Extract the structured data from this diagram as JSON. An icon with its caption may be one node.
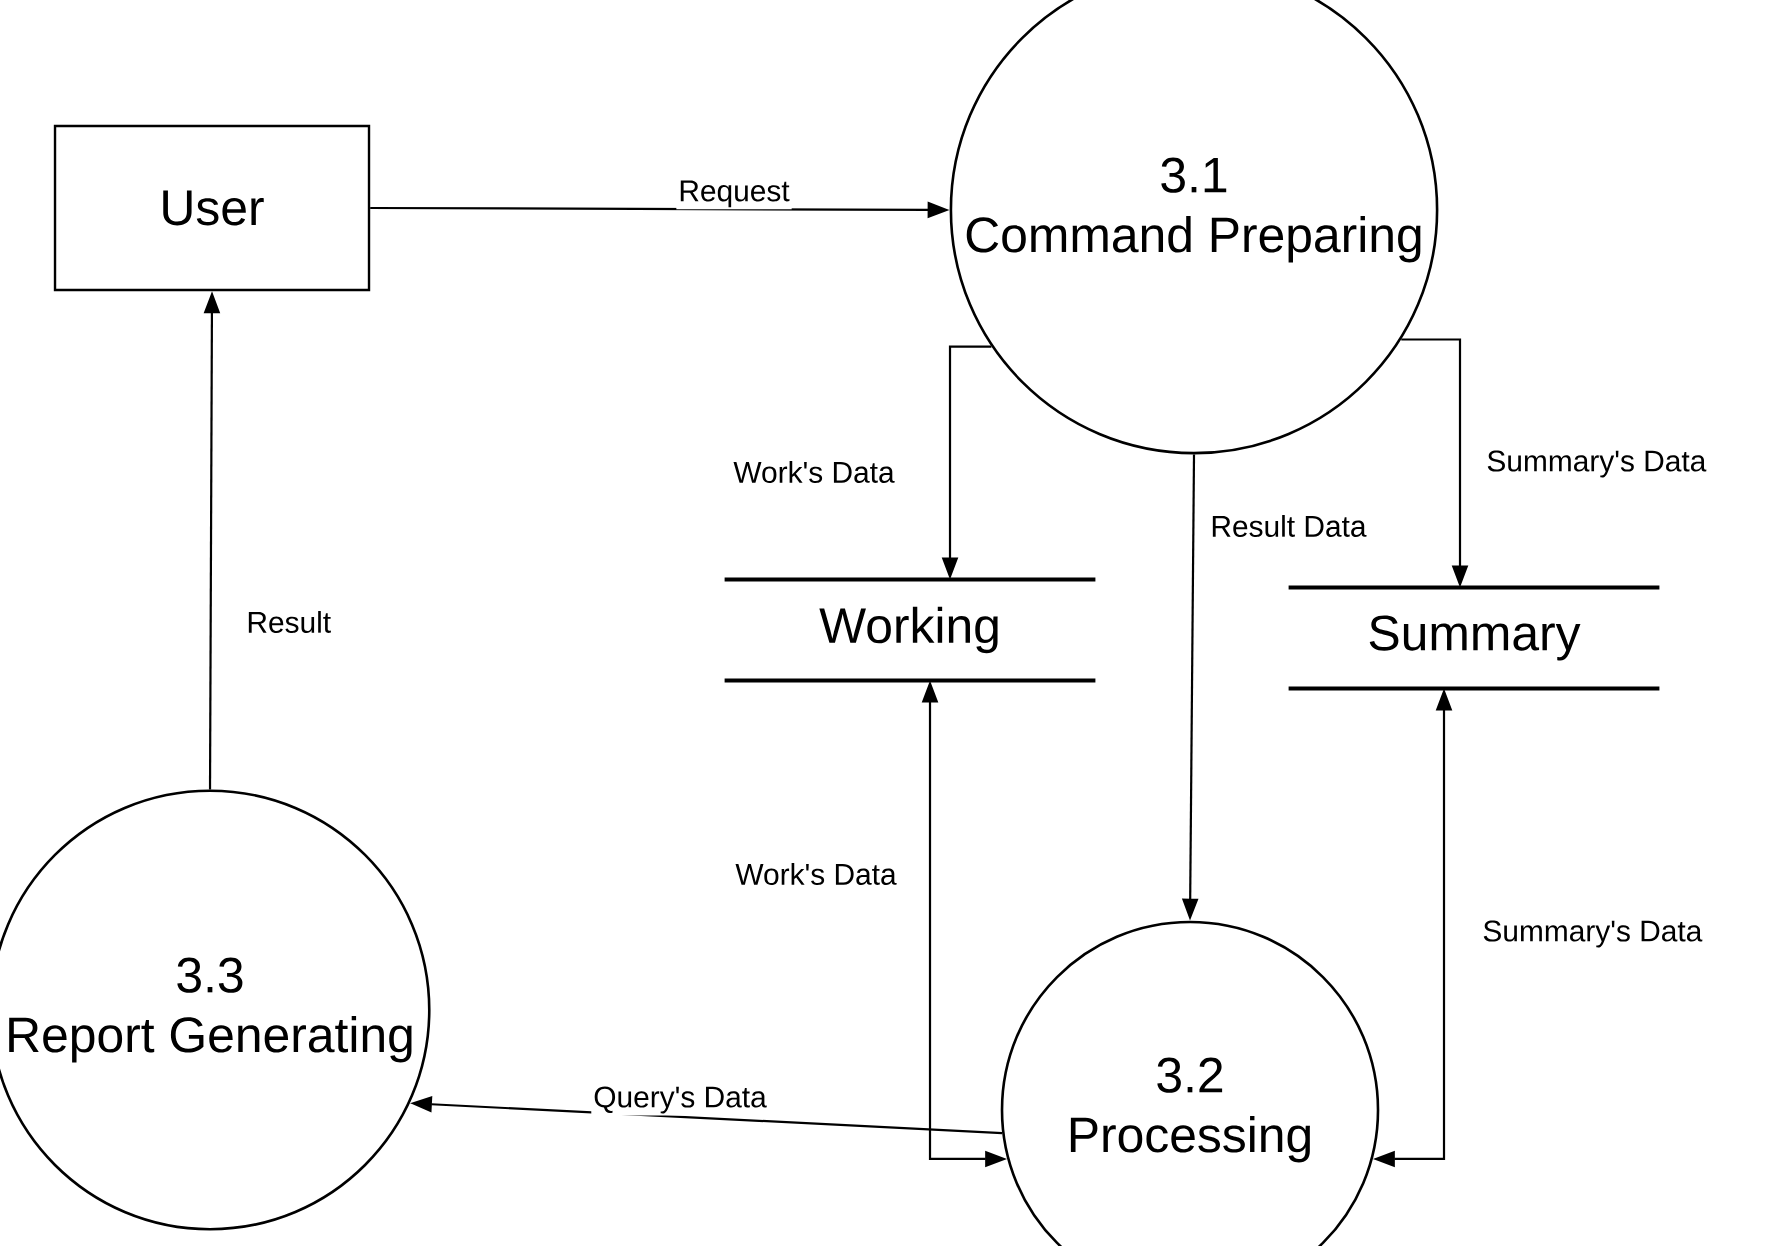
{
  "diagram": {
    "nodes": [
      {
        "text": [
          "User"
        ]
      },
      {
        "text": [
          "3.1",
          "Command Preparing"
        ]
      },
      {
        "text": [
          "Working"
        ]
      },
      {
        "text": [
          "Summary"
        ]
      },
      {
        "text": [
          "3.2",
          "Processing"
        ]
      },
      {
        "text": [
          "3.3",
          "Report Generating"
        ]
      }
    ],
    "edges": [
      {
        "from": 0,
        "to": 1,
        "arrow": "to",
        "label": "Request"
      },
      {
        "from": 1,
        "to": 2,
        "arrow": "to",
        "label": "Work's Data"
      },
      {
        "from": 1,
        "to": 4,
        "arrow": "to",
        "label": "Result Data"
      },
      {
        "from": 1,
        "to": 3,
        "arrow": "to",
        "label": "Summary's Data"
      },
      {
        "from": 2,
        "to": 4,
        "arrow": "both",
        "label": "Work's Data"
      },
      {
        "from": 3,
        "to": 4,
        "arrow": "both",
        "label": "Summary's Data"
      },
      {
        "from": 4,
        "to": 5,
        "arrow": "to",
        "label": "Query's Data"
      },
      {
        "from": 5,
        "to": 0,
        "arrow": "to",
        "label": "Result"
      }
    ]
  }
}
